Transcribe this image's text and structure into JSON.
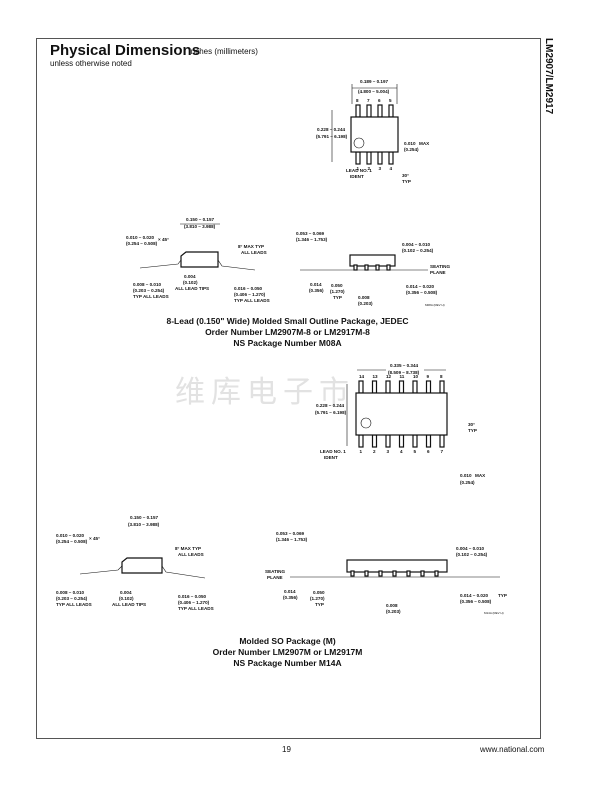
{
  "header": {
    "title": "Physical Dimensions",
    "units": "inches (millimeters)",
    "subtitle": "unless otherwise noted",
    "side_label": "LM2907/LM2917"
  },
  "pkg8": {
    "top": {
      "width": "0.189 – 0.197",
      "width_mm": "(4.800 – 5.004)",
      "height": "0.228 – 0.244",
      "height_mm": "(5.791 – 6.198)",
      "pins_top": [
        "8",
        "7",
        "6",
        "5"
      ],
      "pins_bottom": [
        "1",
        "2",
        "3",
        "4"
      ],
      "lead1": "LEAD NO. 1",
      "ident": "IDENT",
      "max": "0.010",
      "max_label": "MAX",
      "max_mm": "(0.254)",
      "angle": "30°",
      "typ": "TYP"
    },
    "side": {
      "body": "0.150 – 0.157",
      "body_mm": "(3.810 – 3.988)",
      "chamfer": "0.010 – 0.020",
      "chamfer_mm": "(0.254 – 0.508)",
      "chamfer_x": "× 45°",
      "angle": "8° MAX TYP",
      "all_leads": "ALL LEADS",
      "tips": "0.004",
      "tips_mm": "(0.102)",
      "tips_label": "ALL LEAD TIPS",
      "thick": "0.008 – 0.010",
      "thick_mm": "(0.203 – 0.254)",
      "thick_label": "TYP ALL LEADS",
      "foot": "0.016 – 0.050",
      "foot_mm": "(0.406 – 1.270)",
      "foot_label": "TYP ALL LEADS"
    },
    "front": {
      "height": "0.053 – 0.069",
      "height_mm": "(1.346 – 1.753)",
      "stand": "0.004 – 0.010",
      "stand_mm": "(0.102 – 0.254)",
      "seating": "SEATING",
      "plane": "PLANE",
      "lead_w": "0.014",
      "lead_w_mm": "(0.356)",
      "pitch": "0.050",
      "pitch_mm": "(1.270)",
      "typ": "TYP",
      "gap": "0.008",
      "gap_mm": "(0.203)",
      "width": "0.014 – 0.020",
      "width_mm": "(0.356 – 0.508)",
      "code": "M08A (REV H)"
    },
    "caption": [
      "8-Lead (0.150\" Wide) Molded Small Outline Package, JEDEC",
      "Order Number LM2907M-8 or LM2917M-8",
      "NS Package Number M08A"
    ]
  },
  "watermark": "维库电子市",
  "pkg14": {
    "top": {
      "width": "0.335 – 0.344",
      "width_mm": "(8.509 – 8.738)",
      "height": "0.228 – 0.244",
      "height_mm": "(5.791 – 6.198)",
      "pins_top": [
        "14",
        "13",
        "12",
        "11",
        "10",
        "9",
        "8"
      ],
      "pins_bottom": [
        "1",
        "2",
        "3",
        "4",
        "5",
        "6",
        "7"
      ],
      "lead1": "LEAD NO. 1",
      "ident": "IDENT",
      "angle": "30°",
      "typ": "TYP",
      "max": "0.010",
      "max_label": "MAX",
      "max_mm": "(0.254)"
    },
    "side": {
      "body": "0.150 – 0.157",
      "body_mm": "(3.810 – 3.988)",
      "chamfer": "0.010 – 0.020",
      "chamfer_mm": "(0.254 – 0.508)",
      "chamfer_x": "× 45°",
      "angle": "8° MAX TYP",
      "all_leads": "ALL LEADS",
      "tips": "0.004",
      "tips_mm": "(0.102)",
      "tips_label": "ALL LEAD TIPS",
      "thick": "0.008 – 0.010",
      "thick_mm": "(0.203 – 0.254)",
      "thick_label": "TYP ALL LEADS",
      "foot": "0.016 – 0.050",
      "foot_mm": "(0.406 – 1.270)",
      "foot_label": "TYP ALL LEADS"
    },
    "front": {
      "height": "0.053 – 0.069",
      "height_mm": "(1.346 – 1.753)",
      "stand": "0.004 – 0.010",
      "stand_mm": "(0.102 – 0.254)",
      "seating": "SEATING",
      "plane": "PLANE",
      "lead_w": "0.014",
      "lead_w_mm": "(0.356)",
      "pitch": "0.050",
      "pitch_mm": "(1.270)",
      "typ": "TYP",
      "gap": "0.008",
      "gap_mm": "(0.203)",
      "width": "0.014 – 0.020",
      "width_mm": "(0.356 – 0.508)",
      "code": "M14A (REV H)"
    },
    "caption": [
      "Molded SO Package (M)",
      "Order Number LM2907M or LM2917M",
      "NS Package Number M14A"
    ]
  },
  "footer": {
    "page": "19",
    "url": "www.national.com"
  }
}
